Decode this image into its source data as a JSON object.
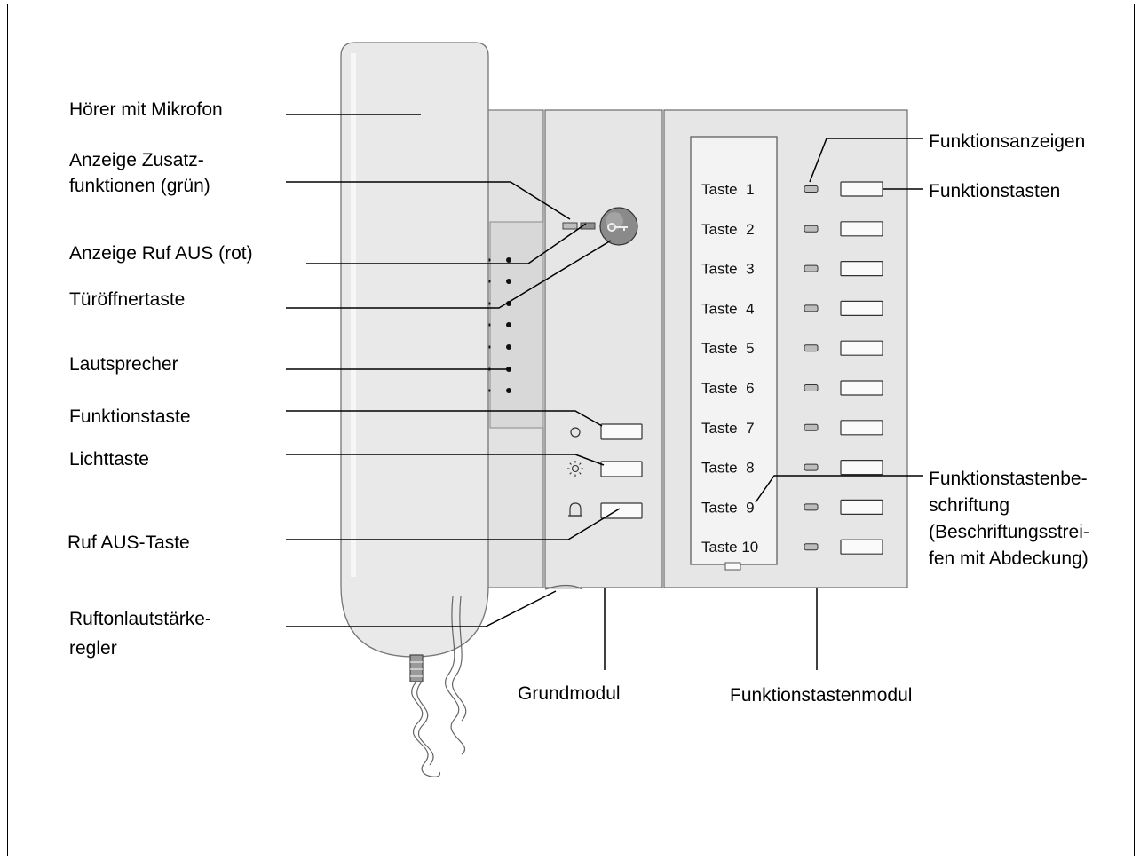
{
  "labels": {
    "hoerer": "Hörer mit Mikrofon",
    "zusatz_1": "Anzeige Zusatz-",
    "zusatz_2": "funktionen (grün)",
    "ruf_aus_anzeige": "Anzeige Ruf AUS (rot)",
    "tueroeffner": "Türöffnertaste",
    "lautsprecher": "Lautsprecher",
    "funktionstaste": "Funktionstaste",
    "lichttaste": "Lichttaste",
    "ruf_aus_taste": "Ruf AUS-Taste",
    "ruftonregler_1": "Ruftonlautstärke-",
    "ruftonregler_2": "regler",
    "grundmodul": "Grundmodul",
    "funktionstastenmodul": "Funktionstastenmodul",
    "funktionsanzeigen": "Funktionsanzeigen",
    "funktionstasten": "Funktionstasten",
    "beschriftung_1": "Funktionstastenbe-",
    "beschriftung_2": "schriftung",
    "beschriftung_3": "(Beschriftungsstrei-",
    "beschriftung_4": "fen mit Abdeckung)"
  },
  "keys": [
    {
      "label": "Taste  1"
    },
    {
      "label": "Taste  2"
    },
    {
      "label": "Taste  3"
    },
    {
      "label": "Taste  4"
    },
    {
      "label": "Taste  5"
    },
    {
      "label": "Taste  6"
    },
    {
      "label": "Taste  7"
    },
    {
      "label": "Taste  8"
    },
    {
      "label": "Taste  9"
    },
    {
      "label": "Taste 10"
    }
  ],
  "colors": {
    "device": "#e6e6e6",
    "device_stroke": "#6a6a6a",
    "handset": "#e9e9e9",
    "strip": "#f3f3f3",
    "led": "#bdbdbd",
    "button": "#fafafa"
  }
}
